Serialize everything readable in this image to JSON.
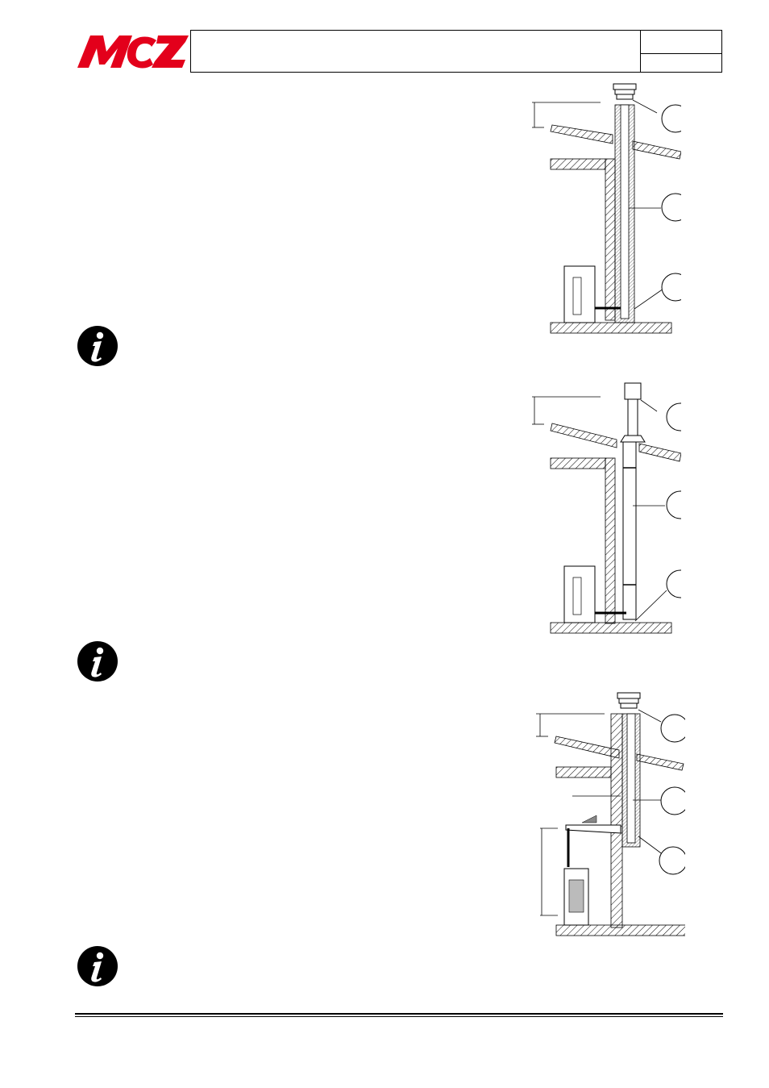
{
  "header": {
    "brand": "MCZ",
    "brand_color": "#e3001b"
  },
  "icons": {
    "info_icon": "info-icon"
  },
  "figures": [
    {
      "name": "figure-1-internal-flue",
      "callouts": [
        "",
        "",
        ""
      ]
    },
    {
      "name": "figure-2-external-flue",
      "callouts": [
        "",
        "",
        ""
      ]
    },
    {
      "name": "figure-3-existing-chimney",
      "callouts": [
        "",
        "",
        ""
      ]
    }
  ]
}
